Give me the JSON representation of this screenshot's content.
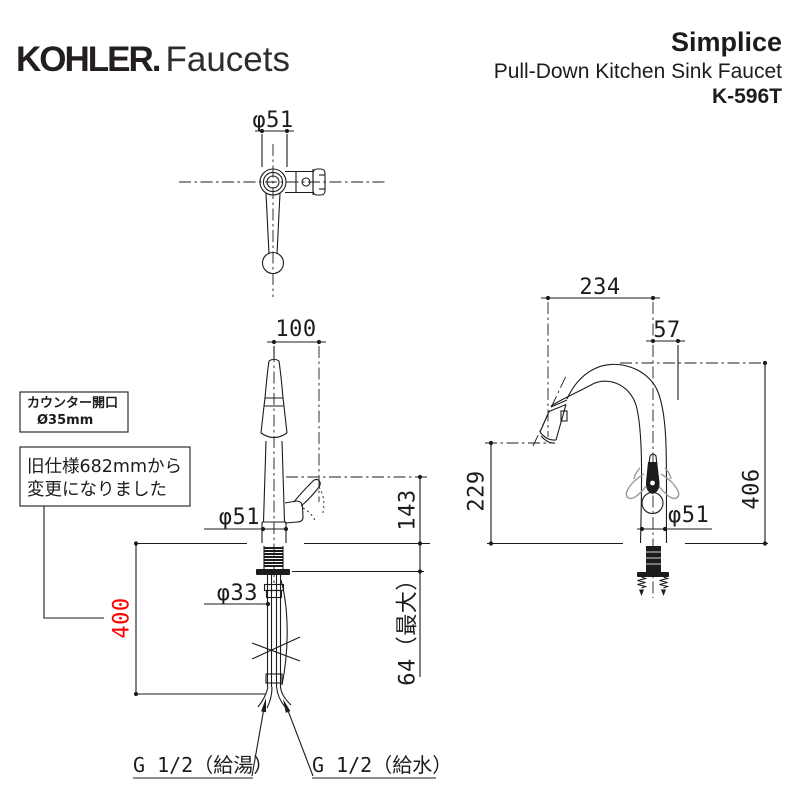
{
  "header": {
    "brand": "KOHLER.",
    "brand_suffix": "Faucets",
    "product_series": "Simplice",
    "product_type": "Pull-Down Kitchen Sink Faucet",
    "model_number": "K-596T"
  },
  "notes": {
    "counter_opening_line1": "カウンター開口",
    "counter_opening_line2": "Ø35mm",
    "spec_change_line1": "旧仕様682mmから",
    "spec_change_line2": "変更になりました"
  },
  "dims": {
    "top_handle_dia": "φ51",
    "front_offset": "100",
    "front_base_dia": "φ51",
    "front_shank_dia": "φ33",
    "front_hose_center_height": "143",
    "front_counter_max": "64（最大）",
    "hose_length": "400",
    "side_reach": "234",
    "side_back": "57",
    "side_height": "406",
    "side_outlet_height": "229",
    "side_base_dia": "φ51"
  },
  "connections": {
    "hot": "G 1/2（給湯）",
    "cold": "G 1/2（給水）"
  },
  "colors": {
    "line": "#1c1c1c",
    "highlight_red": "#ff0000",
    "phantom_gray": "#9a9a9a"
  }
}
